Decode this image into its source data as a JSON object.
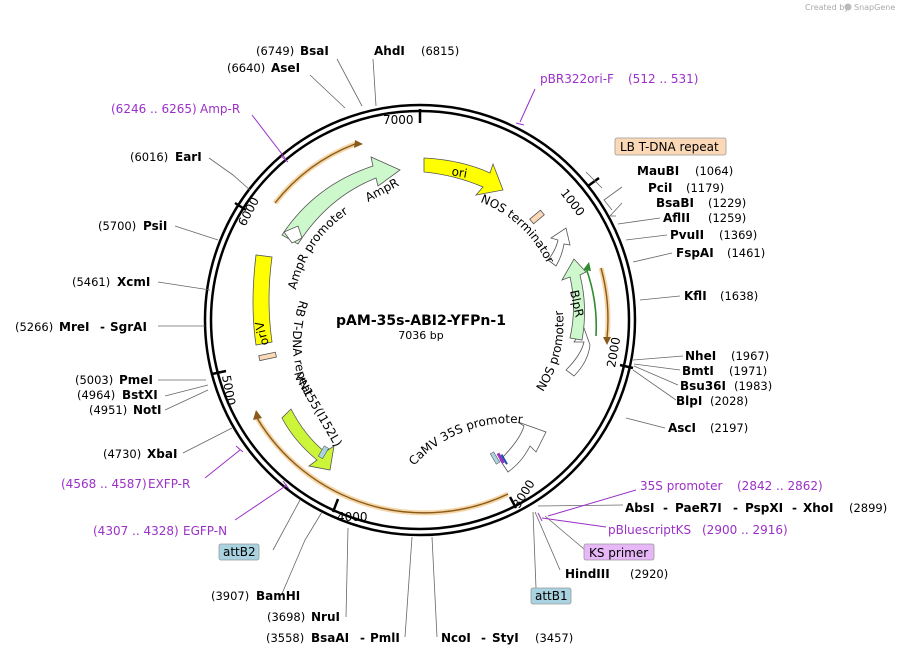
{
  "credit": "Created by",
  "credit_brand": "SnapGene",
  "plasmid": {
    "name": "pAM-35s-ABI2-YFPn-1",
    "size": "7036 bp"
  },
  "ticks": [
    "1000",
    "2000",
    "3000",
    "4000",
    "5000",
    "6000",
    "7000"
  ],
  "features": {
    "ori": "ori",
    "ampr": "AmpR",
    "ampr_promoter": "AmpR promoter",
    "oriv": "oriV",
    "rb": "RB T-DNA repeat",
    "vn155": "VN155(I152L)",
    "camv": "CaMV 35S promoter",
    "nos_prom": "NOS promoter",
    "blpr": "BlpR",
    "nos_term": "NOS terminator"
  },
  "boxed": {
    "lb": "LB T-DNA repeat",
    "ks": "KS primer",
    "attb1": "attB1",
    "attb2": "attB2"
  },
  "sites": {
    "s6749": {
      "name": "BsaI",
      "pos": "(6749)"
    },
    "s6815": {
      "name": "AhdI",
      "pos": "(6815)"
    },
    "s6640": {
      "name": "AseI",
      "pos": "(6640)"
    },
    "s6016": {
      "name": "EarI",
      "pos": "(6016)"
    },
    "s5700": {
      "name": "PsiI",
      "pos": "(5700)"
    },
    "s5461": {
      "name": "XcmI",
      "pos": "(5461)"
    },
    "s5266": {
      "name": "MreI",
      "dash": "-",
      "name2": "SgrAI",
      "pos": "(5266)"
    },
    "s5003": {
      "name": "PmeI",
      "pos": "(5003)"
    },
    "s4964": {
      "name": "BstXI",
      "pos": "(4964)"
    },
    "s4951": {
      "name": "NotI",
      "pos": "(4951)"
    },
    "s4730": {
      "name": "XbaI",
      "pos": "(4730)"
    },
    "s3907": {
      "name": "BamHI",
      "pos": "(3907)"
    },
    "s3698": {
      "name": "NruI",
      "pos": "(3698)"
    },
    "s3558": {
      "name": "BsaAI",
      "dash": "-",
      "name2": "PmlI",
      "pos": "(3558)"
    },
    "s3457": {
      "name": "NcoI",
      "dash": "-",
      "name2": "StyI",
      "pos": "(3457)"
    },
    "s1064": {
      "name": "MauBI",
      "pos": "(1064)"
    },
    "s1179": {
      "name": "PciI",
      "pos": "(1179)"
    },
    "s1229": {
      "name": "BsaBI",
      "pos": "(1229)"
    },
    "s1259": {
      "name": "AflII",
      "pos": "(1259)"
    },
    "s1369": {
      "name": "PvuII",
      "pos": "(1369)"
    },
    "s1461": {
      "name": "FspAI",
      "pos": "(1461)"
    },
    "s1638": {
      "name": "KflI",
      "pos": "(1638)"
    },
    "s1967": {
      "name": "NheI",
      "pos": "(1967)"
    },
    "s1971": {
      "name": "BmtI",
      "pos": "(1971)"
    },
    "s1983": {
      "name": "Bsu36I",
      "pos": "(1983)"
    },
    "s2028": {
      "name": "BlpI",
      "pos": "(2028)"
    },
    "s2197": {
      "name": "AscI",
      "pos": "(2197)"
    },
    "s2899": {
      "name": "AbsI",
      "dash1": "-",
      "name2": "PaeR7I",
      "dash2": "-",
      "name3": "PspXI",
      "dash3": "-",
      "name4": "XhoI",
      "pos": "(2899)"
    },
    "s2920": {
      "name": "HindIII",
      "pos": "(2920)"
    }
  },
  "primers": {
    "ampr": {
      "name": "Amp-R",
      "pos": "(6246 .. 6265)"
    },
    "pbr": {
      "name": "pBR322ori-F",
      "pos": "(512 .. 531)"
    },
    "exfp": {
      "name": "EXFP-R",
      "pos": "(4568 .. 4587)"
    },
    "egfp": {
      "name": "EGFP-N",
      "pos": "(4307 .. 4328)"
    },
    "p35s": {
      "name": "35S promoter",
      "pos": "(2842 .. 2862)"
    },
    "pks": {
      "name": "pBluescriptKS",
      "pos": "(2900 .. 2916)"
    }
  },
  "colors": {
    "ori": "#ffff00",
    "ampr": "#ccf8cc",
    "oriv": "#ffff00",
    "vn155": "#ccf53a",
    "blpr": "#ccf8cc",
    "lb_box": "#fbd9b7",
    "ks_box": "#e7b7f7",
    "att_box": "#a9d3e1",
    "primer": "#9b30c8",
    "orange_arc": "#e8a33b"
  }
}
